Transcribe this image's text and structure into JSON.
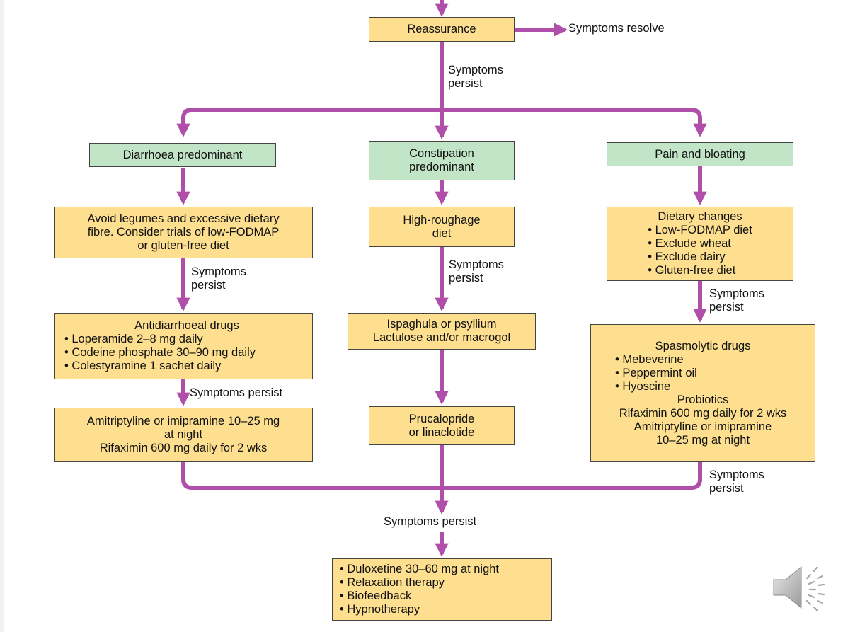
{
  "nodes": {
    "reassurance": "Reassurance",
    "diarrhoea": "Diarrhoea predominant",
    "constipation": [
      "Constipation",
      "predominant"
    ],
    "pain": "Pain and bloating",
    "avoid_legumes": [
      "Avoid legumes and excessive dietary",
      "fibre. Consider trials of low-FODMAP",
      "or gluten-free diet"
    ],
    "high_roughage": [
      "High-roughage",
      "diet"
    ],
    "dietary": {
      "title": "Dietary changes",
      "items": [
        "Low-FODMAP diet",
        "Exclude wheat",
        "Exclude dairy",
        "Gluten-free diet"
      ]
    },
    "antidiarrhoeal": {
      "title": "Antidiarrhoeal drugs",
      "items": [
        "Loperamide 2–8 mg daily",
        "Codeine phosphate 30–90 mg daily",
        "Colestyramine 1 sachet daily"
      ]
    },
    "ispaghula": [
      "Ispaghula or psyllium",
      "Lactulose and/or macrogol"
    ],
    "spasmolytic": {
      "title": "Spasmolytic drugs",
      "items": [
        "Mebeverine",
        "Peppermint oil",
        "Hyoscine"
      ],
      "after": [
        "Probiotics",
        "Rifaximin 600 mg daily for 2 wks",
        "Amitriptyline or imipramine",
        "10–25 mg at night"
      ]
    },
    "amitriptyline": [
      "Amitriptyline or imipramine 10–25 mg",
      "at night",
      "Rifaximin 600 mg daily for 2 wks"
    ],
    "prucalopride": [
      "Prucalopride",
      "or linaclotide"
    ],
    "final": {
      "items": [
        "Duloxetine 30–60 mg at night",
        "Relaxation therapy",
        "Biofeedback",
        "Hypnotherapy"
      ]
    }
  },
  "labels": {
    "symptoms_resolve": "Symptoms resolve",
    "symptoms": "Symptoms",
    "persist": "persist",
    "symptoms_persist": "Symptoms persist"
  },
  "colors": {
    "arrow": "#b04fa9",
    "action_box": "#fddf8f",
    "category_box": "#c2e5c8"
  },
  "icons": {
    "speaker": "speaker-icon"
  }
}
